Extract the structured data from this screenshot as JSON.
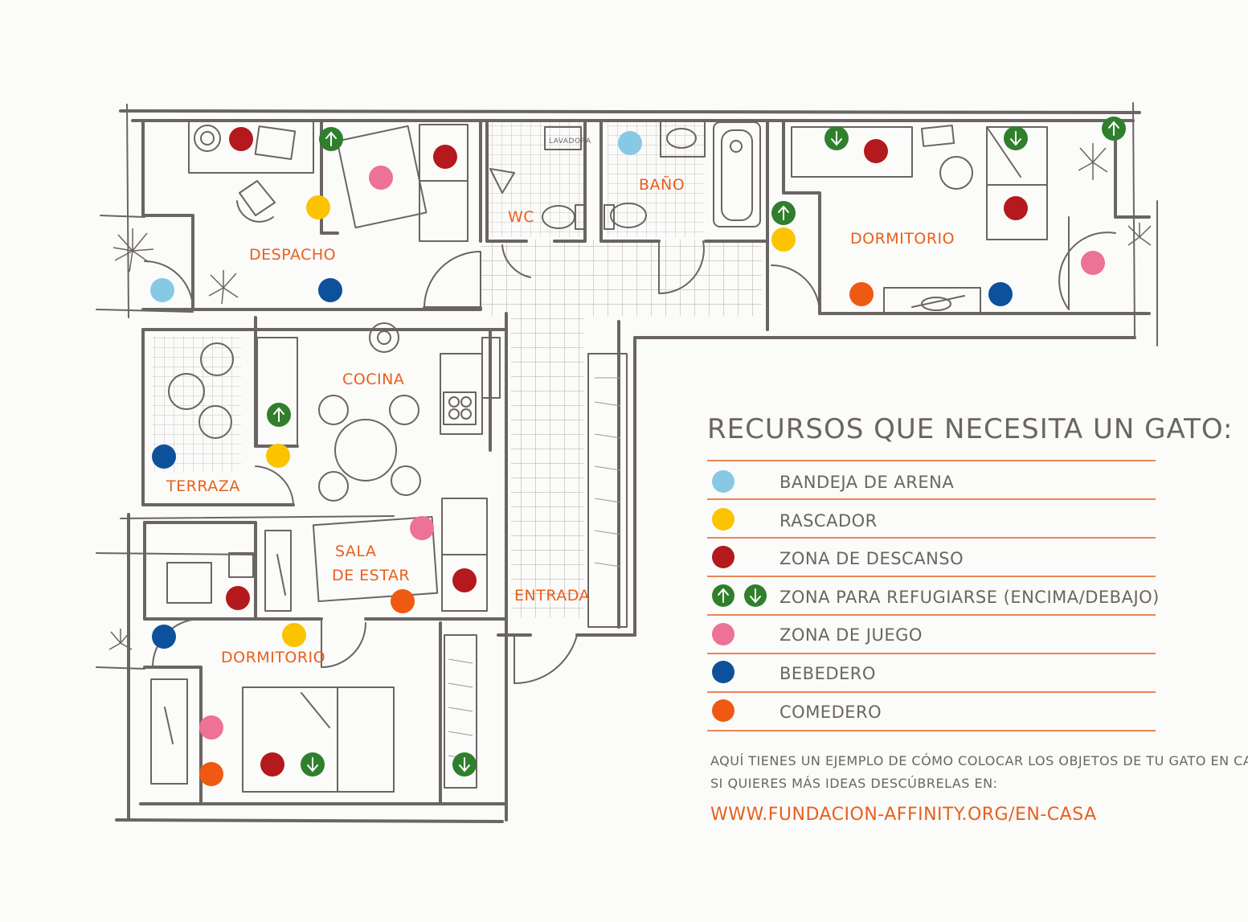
{
  "rooms": {
    "despacho": "DESPACHO",
    "wc": "WC",
    "lavadora": "LAVADORA",
    "bano": "BAÑO",
    "dormitorio_top": "DORMITORIO",
    "cocina": "COCINA",
    "terraza": "TERRAZA",
    "sala_line1": "SALA",
    "sala_line2": "DE ESTAR",
    "entrada": "ENTRADA",
    "dormitorio_bottom": "DORMITORIO"
  },
  "legend": {
    "title": "RECURSOS QUE NECESITA UN GATO:",
    "items": [
      {
        "label": "BANDEJA DE ARENA",
        "color": "#87c9e4"
      },
      {
        "label": "RASCADOR",
        "color": "#fbc300"
      },
      {
        "label": "ZONA DE DESCANSO",
        "color": "#b3191d"
      },
      {
        "label": "ZONA PARA REFUGIARSE (ENCIMA/DEBAJO)",
        "color": "#2f7f2c"
      },
      {
        "label": "ZONA DE JUEGO",
        "color": "#ee7196"
      },
      {
        "label": "BEBEDERO",
        "color": "#0d509c"
      },
      {
        "label": "COMEDERO",
        "color": "#ee5a12"
      }
    ]
  },
  "footer": {
    "line1": "AQUÍ TIENES UN EJEMPLO DE CÓMO COLOCAR LOS OBJETOS DE TU GATO EN CASA.",
    "line2": "SI QUIERES MÁS IDEAS DESCÚBRELAS EN:",
    "link": "WWW.FUNDACION-AFFINITY.ORG/EN-CASA"
  },
  "colors": {
    "litter": "#87c9e4",
    "scratcher": "#fbc300",
    "rest": "#b3191d",
    "refuge": "#2f7f2c",
    "play": "#ee7196",
    "water": "#0d509c",
    "food": "#ee5a12",
    "walls": "#6a6563",
    "accent": "#e8601c"
  },
  "icons": {
    "refuge_up": "arrow-up-icon",
    "refuge_down": "arrow-down-icon",
    "plant": "plant-icon"
  }
}
